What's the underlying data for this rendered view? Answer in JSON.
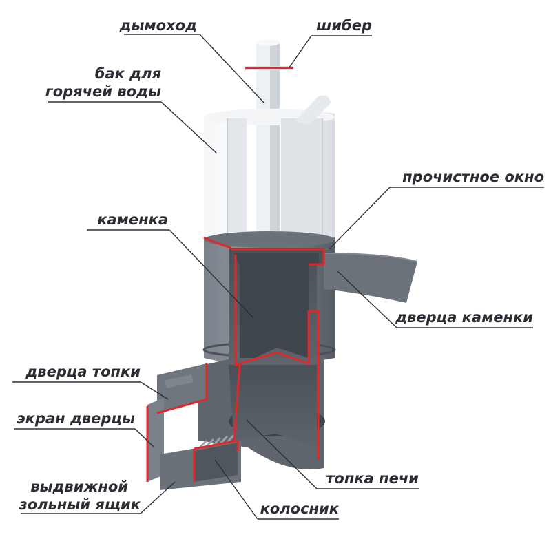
{
  "labels": {
    "dymokhod": "дымоход",
    "shiber": "шибер",
    "bak_line1": "бак для",
    "bak_line2": "горячей воды",
    "prochistnoe_okno": "прочистное окно",
    "kamenka": "каменка",
    "dvertsa_kamenki": "дверца каменки",
    "dvertsa_topki": "дверца топки",
    "ekran_dvertsy": "экран дверцы",
    "vydvizhnoy": "выдвижной",
    "zolny_yashchik": "зольный ящик",
    "topka_pechi": "топка печи",
    "kolosnik": "колосник"
  },
  "colors": {
    "steel": "#5f6670",
    "steel_dark": "#4a5058",
    "tank": "#e9ecef",
    "cut_edge": "#e0282b",
    "text": "#2c2c34",
    "leader": "#2e2e35"
  }
}
